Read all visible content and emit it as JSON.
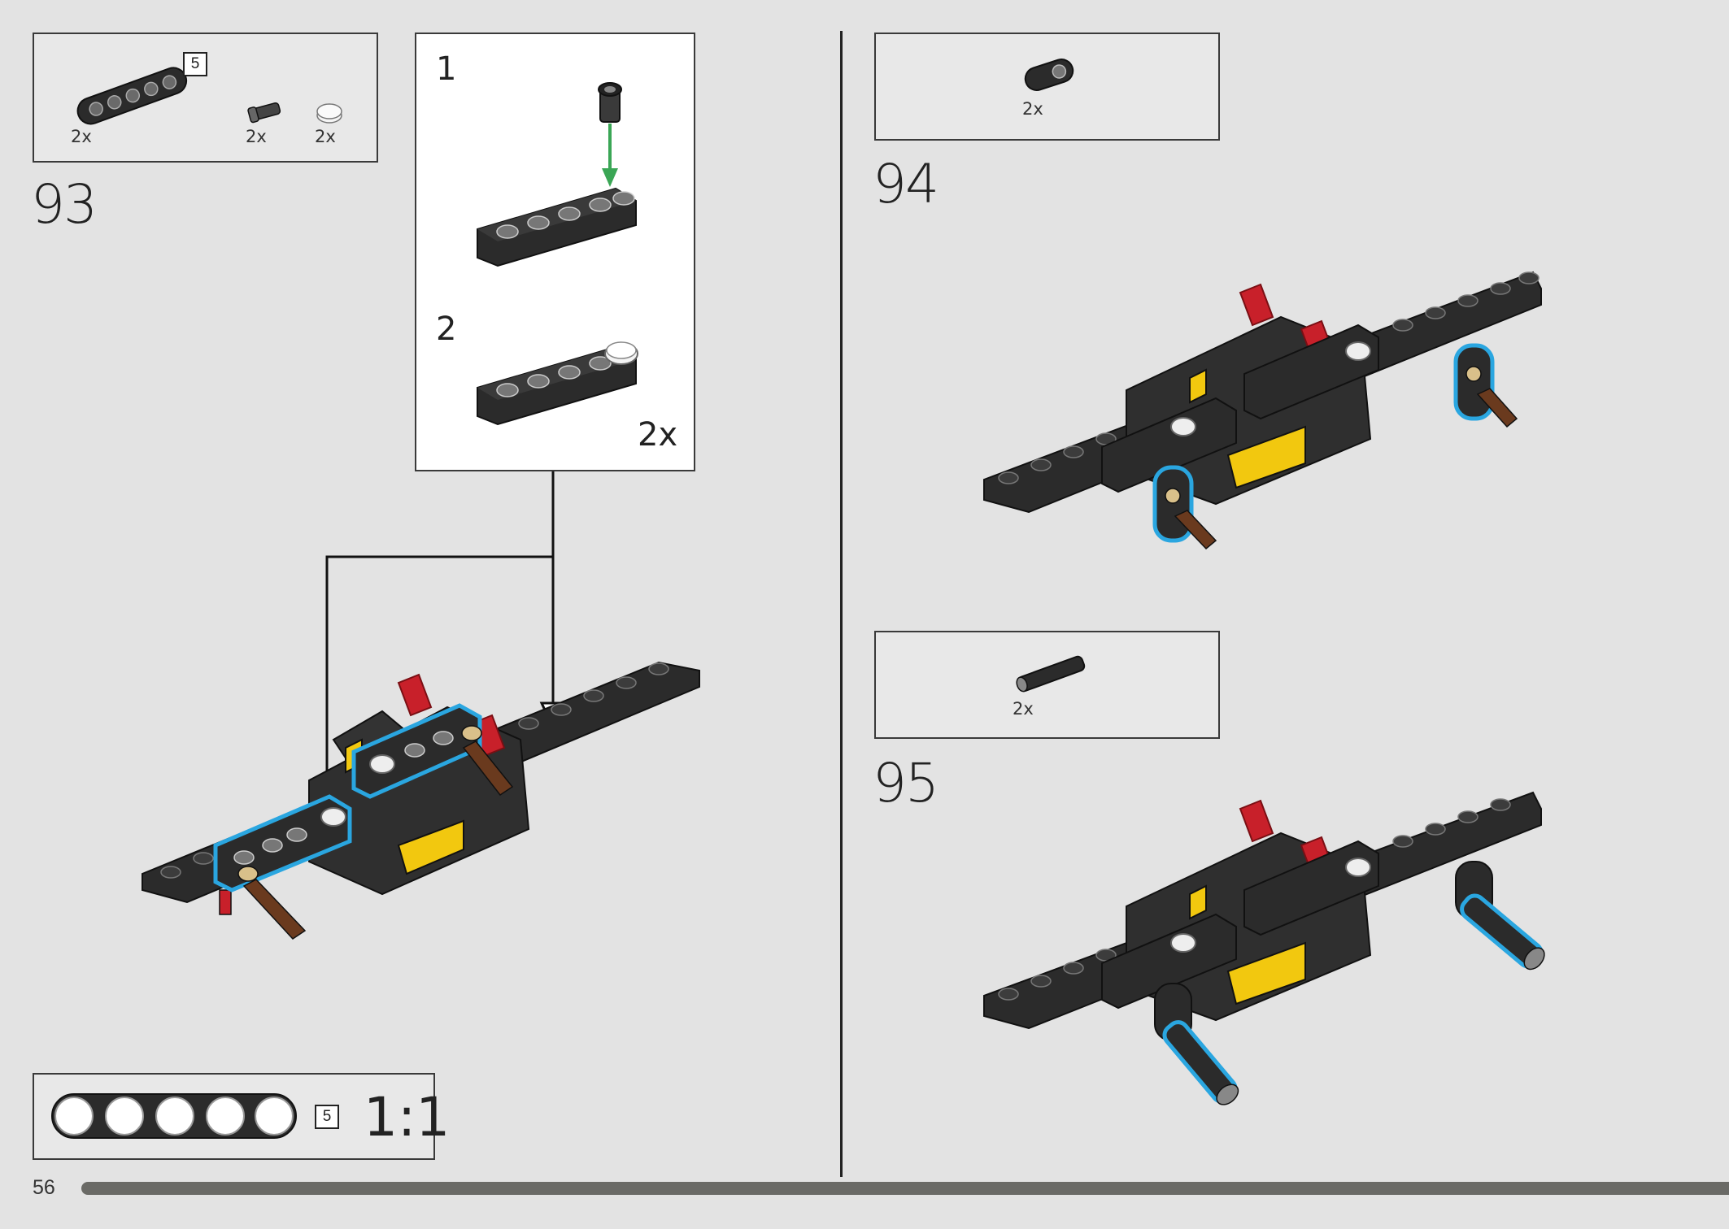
{
  "page": {
    "number": "56"
  },
  "steps": [
    {
      "number": "93",
      "parts": [
        {
          "qty": "2x",
          "length": "5"
        },
        {
          "qty": "2x"
        },
        {
          "qty": "2x"
        }
      ]
    },
    {
      "number": "94",
      "parts": [
        {
          "qty": "2x"
        }
      ]
    },
    {
      "number": "95",
      "parts": [
        {
          "qty": "2x"
        }
      ]
    }
  ],
  "callout": {
    "sub1": "1",
    "sub2": "2",
    "qty": "2x"
  },
  "ruler": {
    "length": "5",
    "scale": "1:1"
  },
  "colors": {
    "background": "#e3e3e3",
    "highlight": "#2aa6e0",
    "arrow_green": "#3aa655",
    "part_dark": "#2b2b2b",
    "part_red": "#c8202a",
    "part_yellow": "#f2c80f"
  }
}
